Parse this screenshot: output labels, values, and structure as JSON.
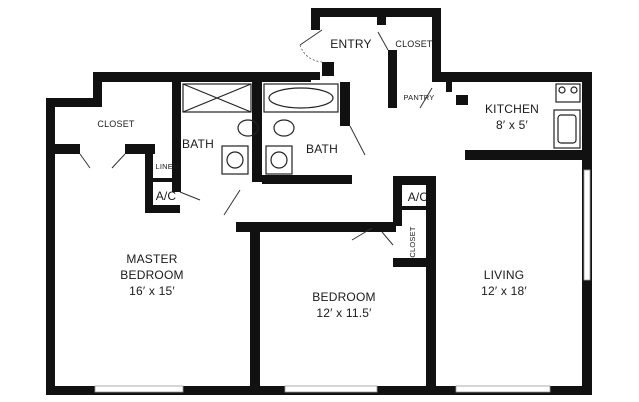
{
  "rooms": {
    "entry": "ENTRY",
    "entry_closet": "CLOSET",
    "pantry": "PANTRY",
    "kitchen": "KITCHEN",
    "kitchen_size": "8′ x 5′",
    "closet_master": "CLOSET",
    "bath_left": "BATH",
    "bath_right": "BATH",
    "linen": "LINEN",
    "ac_left": "A/C",
    "ac_right": "A/C",
    "closet_bedroom": "CLOSET",
    "master_line1": "MASTER",
    "master_line2": "BEDROOM",
    "master_size": "16′ x 15′",
    "bedroom": "BEDROOM",
    "bedroom_size": "12′ x 11.5′",
    "living": "LIVING",
    "living_size": "12′ x 18′"
  }
}
